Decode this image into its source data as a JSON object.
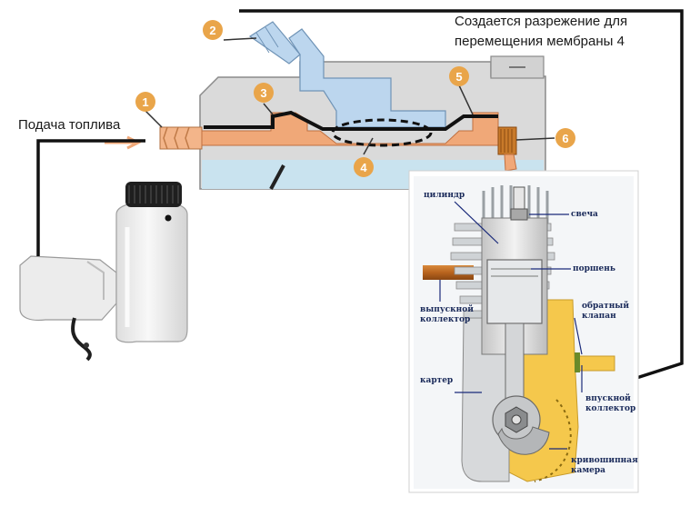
{
  "annotations": {
    "fuel_supply": "Подача топлива",
    "vacuum_note_line1": "Создается разрежение для",
    "vacuum_note_line2": "перемещения мембраны 4"
  },
  "callouts": [
    "1",
    "2",
    "3",
    "4",
    "5",
    "6"
  ],
  "engine_labels": {
    "cylinder": "цилиндр",
    "spark_plug": "свеча",
    "piston": "поршень",
    "exhaust_line1": "выпускной",
    "exhaust_line2": "коллектор",
    "check_valve_line1": "обратный",
    "check_valve_line2": "клапан",
    "intake_line1": "впускной",
    "intake_line2": "коллектор",
    "crankcase": "картер",
    "crank_chamber_line1": "кривошипная",
    "crank_chamber_line2": "камера"
  },
  "colors": {
    "callout": "#e9a54a",
    "fuel_channel": "#f0a878",
    "air_channel": "#b8d4ec",
    "carb_body": "#d9d9d9",
    "tank": "#eeeeee",
    "engine_yellow": "#f5c84c",
    "line": "#111111"
  }
}
